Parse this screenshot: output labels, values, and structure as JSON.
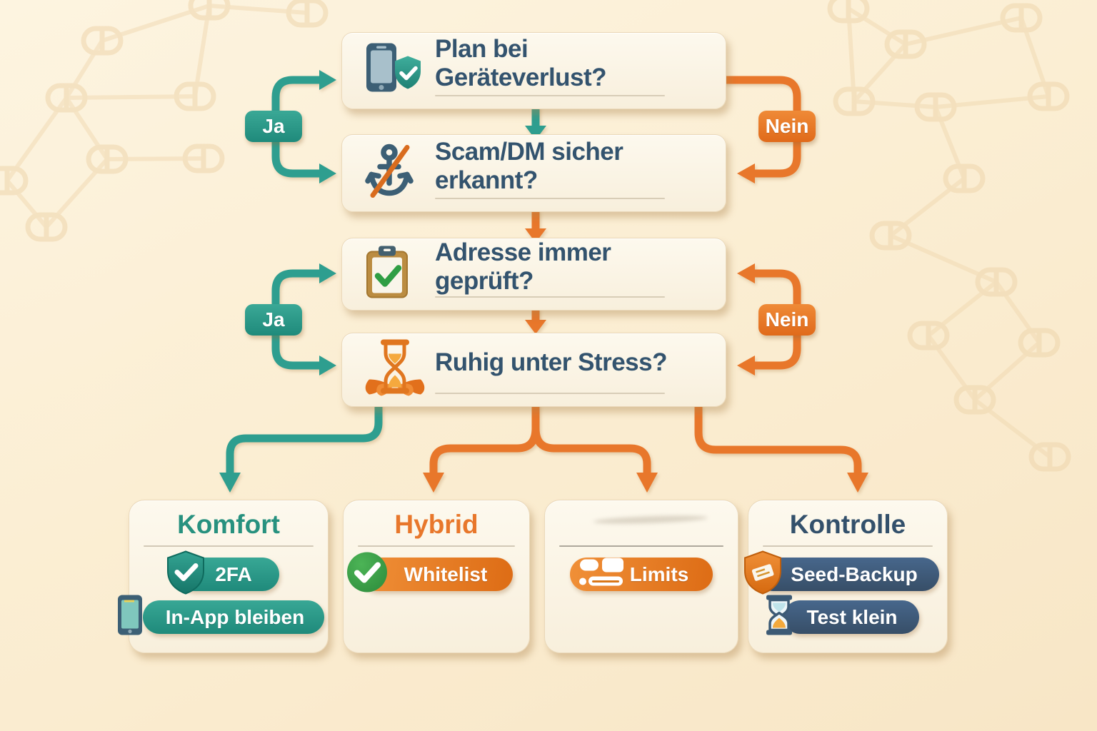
{
  "questions": [
    {
      "label": "Plan bei Geräteverlust?",
      "icon": "phone-shield-icon"
    },
    {
      "label": "Scam/DM sicher erkannt?",
      "icon": "anchor-slash-icon"
    },
    {
      "label": "Adresse immer geprüft?",
      "icon": "clipboard-check-icon"
    },
    {
      "label": "Ruhig unter Stress?",
      "icon": "hourglass-calm-icon"
    }
  ],
  "branches": {
    "pair1": {
      "yes": "Ja",
      "no": "Nein"
    },
    "pair2": {
      "yes": "Ja",
      "no": "Nein"
    }
  },
  "outcomes": [
    {
      "title": "Komfort",
      "pills": [
        {
          "label": "2FA",
          "icon": "shield-check-icon"
        },
        {
          "label": "In-App bleiben",
          "icon": "smartphone-icon"
        }
      ]
    },
    {
      "title": "Hybrid",
      "pills": [
        {
          "label": "Whitelist",
          "icon": "check-circle-icon"
        }
      ]
    },
    {
      "title": "",
      "pills": [
        {
          "label": "Limits",
          "icon": "sliders-icon"
        }
      ]
    },
    {
      "title": "Kontrolle",
      "pills": [
        {
          "label": "Seed-Backup",
          "icon": "shield-seed-icon"
        },
        {
          "label": "Test klein",
          "icon": "hourglass-icon"
        }
      ]
    }
  ],
  "colors": {
    "yes_accent": "#2e9e8f",
    "no_accent": "#e8772b",
    "navy_text": "#33536e",
    "navy_pill": "#3e5d79",
    "green_check": "#3aa24a",
    "card_bg": "#fcf5e7",
    "page_bg": "#fbeccf"
  }
}
